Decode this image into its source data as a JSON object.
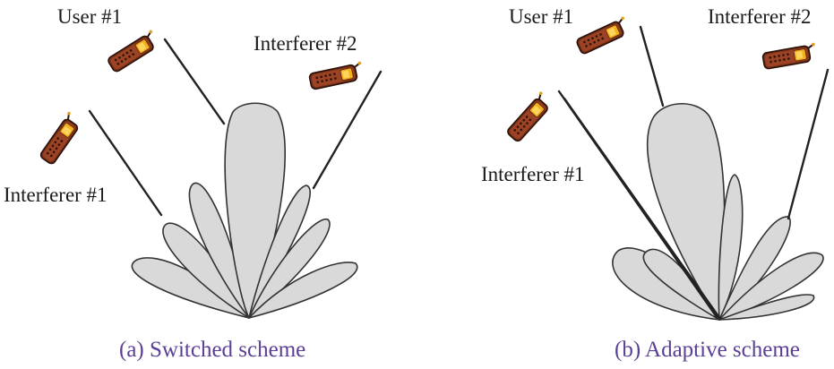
{
  "panels": [
    {
      "caption": "(a) Switched scheme",
      "labels": {
        "user1": "User #1",
        "interferer1": "Interferer #1",
        "interferer2": "Interferer #2"
      }
    },
    {
      "caption": "(b) Adaptive scheme",
      "labels": {
        "user1": "User #1",
        "interferer1": "Interferer #1",
        "interferer2": "Interferer #2"
      }
    }
  ],
  "colors": {
    "caption": "#5b3f95",
    "lobe_fill": "#d9d9d9",
    "lobe_stroke": "#333333",
    "phone_body": "#8b3a1c",
    "phone_screen": "#f2b21e"
  },
  "icons": [
    "mobile-phone-icon"
  ]
}
